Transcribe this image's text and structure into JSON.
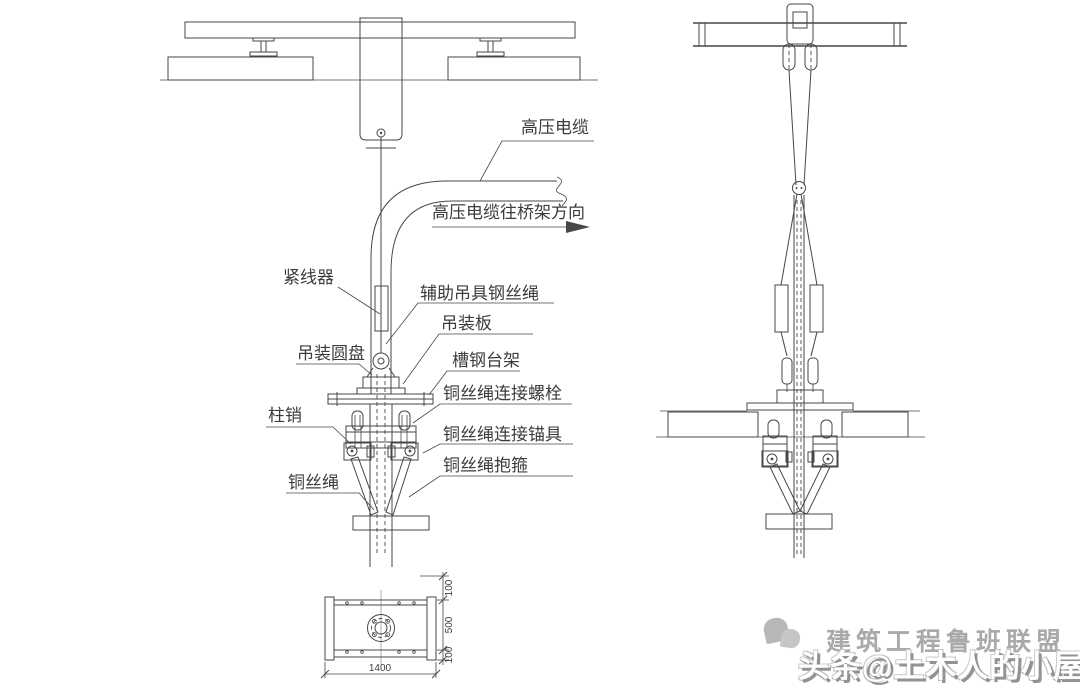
{
  "drawing": {
    "labels": {
      "hv_cable": "高压电缆",
      "hv_cable_direction": "高压电缆往桥架方向",
      "tensioner": "紧线器",
      "aux_sling_rope": "辅助吊具钢丝绳",
      "lifting_plate": "吊装板",
      "lifting_disc": "吊装圆盘",
      "channel_stand": "槽钢台架",
      "rope_bolt": "铜丝绳连接螺栓",
      "column_pin": "柱销",
      "rope_anchor": "铜丝绳连接锚具",
      "rope_hoop": "铜丝绳抱箍",
      "wire_rope": "铜丝绳"
    },
    "dimensions": {
      "plan_width": "1400",
      "side_top": "100",
      "side_middle": "500",
      "side_bottom": "100"
    }
  },
  "watermark": {
    "brand": "建筑工程鲁班联盟",
    "byline": "头条@土木人的小屋"
  },
  "colors": {
    "line": "#474747",
    "background": "#ffffff",
    "watermark_gray": "#a9a9a9",
    "watermark_white": "#ffffff"
  }
}
